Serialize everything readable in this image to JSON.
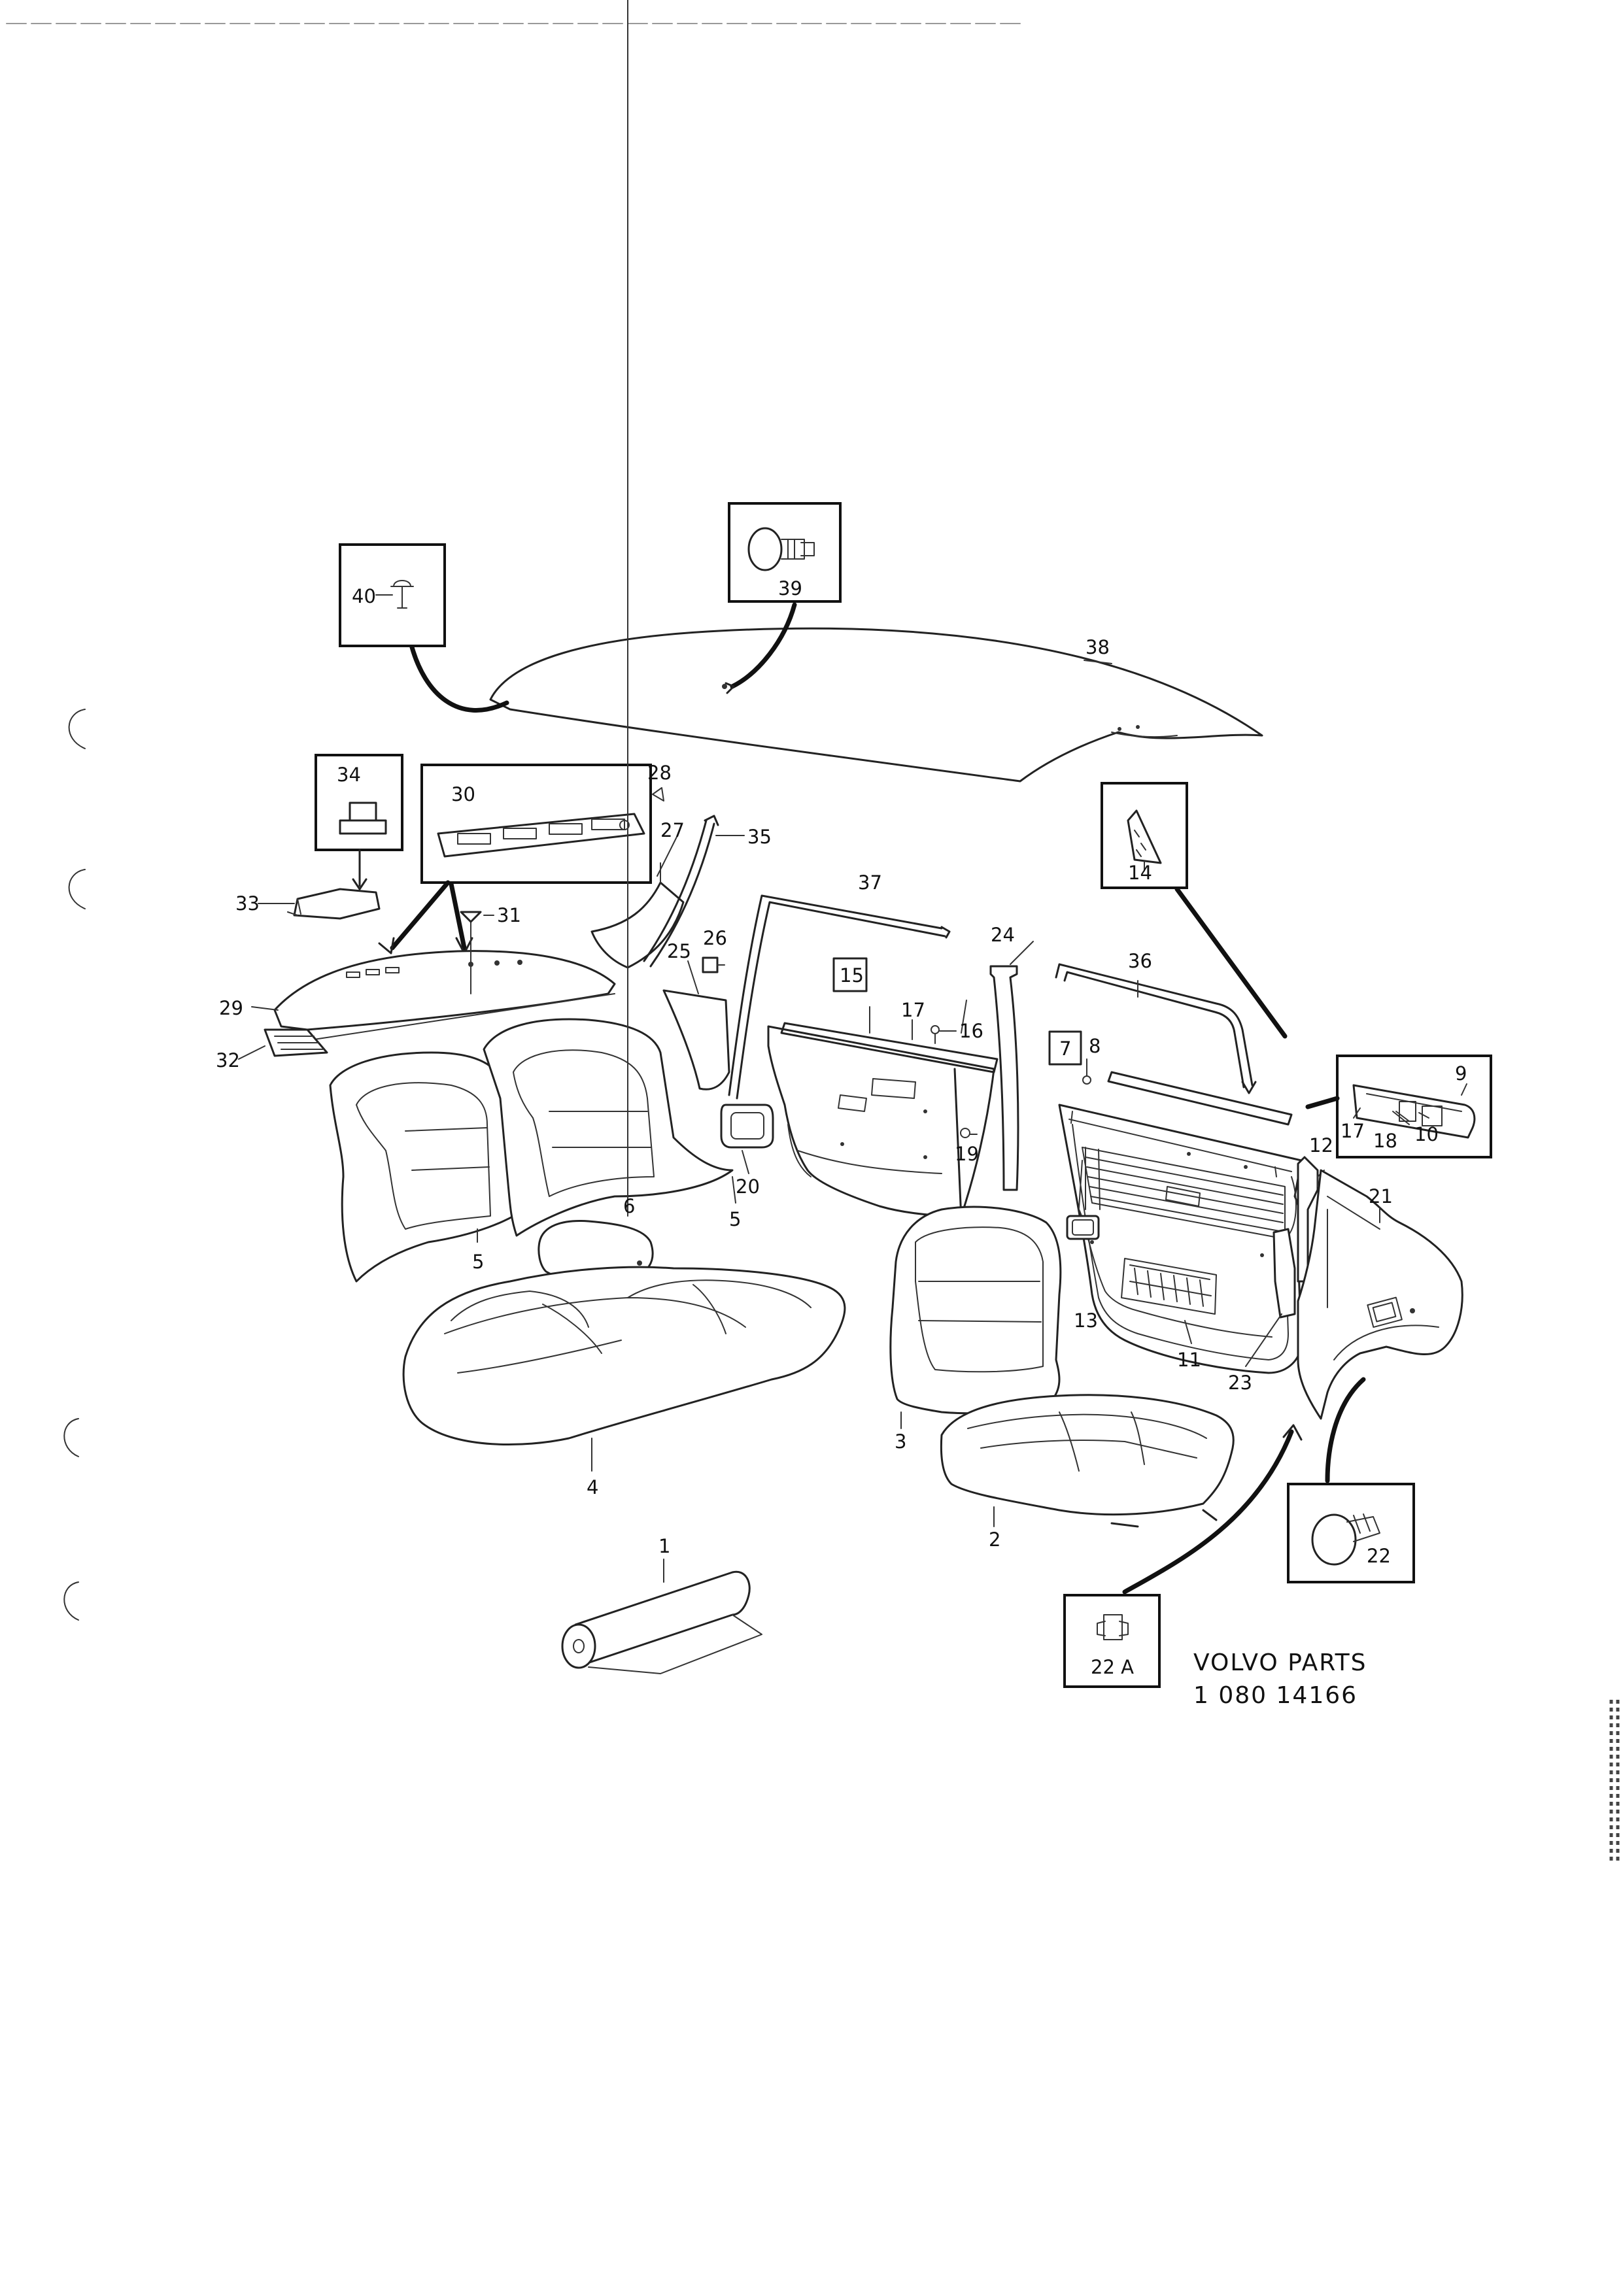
{
  "footer": {
    "line1": "VOLVO PARTS",
    "line2": "1 080  14166"
  },
  "callouts": {
    "c1": "1",
    "c2": "2",
    "c3": "3",
    "c4": "4",
    "c5a": "5",
    "c5b": "5",
    "c6": "6",
    "c7": "7",
    "c8": "8",
    "c9": "9",
    "c10": "10",
    "c11": "11",
    "c12": "12",
    "c13": "13",
    "c14": "14",
    "c15": "15",
    "c16": "16",
    "c17a": "17",
    "c17b": "17",
    "c18": "18",
    "c19": "19",
    "c20": "20",
    "c21": "21",
    "c22": "22",
    "c22a": "22 A",
    "c23": "23",
    "c24": "24",
    "c25": "25",
    "c26": "26",
    "c27": "27",
    "c28": "28",
    "c29": "29",
    "c30": "30",
    "c31": "31",
    "c32": "32",
    "c33": "33",
    "c34": "34",
    "c35": "35",
    "c36": "36",
    "c37": "37",
    "c38": "38",
    "c39": "39",
    "c40": "40"
  }
}
